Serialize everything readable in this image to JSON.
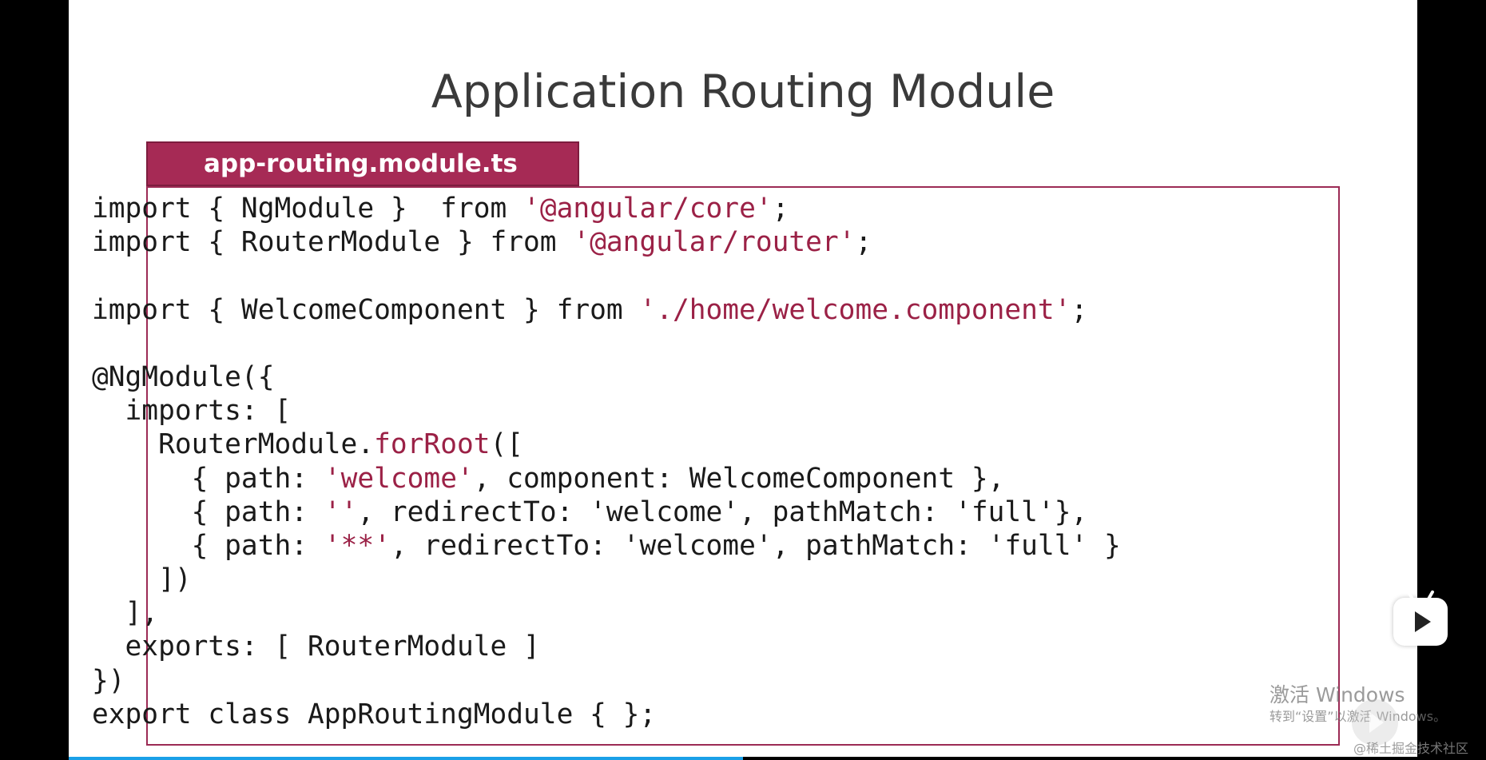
{
  "slide": {
    "title": "Application Routing Module",
    "file_tab": "app-routing.module.ts"
  },
  "code": {
    "lines": [
      [
        {
          "t": "import { NgModule }  from "
        },
        {
          "t": "'@angular/core'",
          "c": "str"
        },
        {
          "t": ";"
        }
      ],
      [
        {
          "t": "import { RouterModule } from "
        },
        {
          "t": "'@angular/router'",
          "c": "str"
        },
        {
          "t": ";"
        }
      ],
      [
        {
          "t": ""
        }
      ],
      [
        {
          "t": "import { WelcomeComponent } from "
        },
        {
          "t": "'./home/welcome.component'",
          "c": "str"
        },
        {
          "t": ";"
        }
      ],
      [
        {
          "t": ""
        }
      ],
      [
        {
          "t": "@NgModule({"
        }
      ],
      [
        {
          "t": "  imports: ["
        }
      ],
      [
        {
          "t": "    RouterModule."
        },
        {
          "t": "forRoot",
          "c": "fn"
        },
        {
          "t": "(["
        }
      ],
      [
        {
          "t": "      { path: "
        },
        {
          "t": "'welcome'",
          "c": "str"
        },
        {
          "t": ", component: WelcomeComponent },"
        }
      ],
      [
        {
          "t": "      { path: "
        },
        {
          "t": "''",
          "c": "str"
        },
        {
          "t": ", redirectTo: 'welcome', pathMatch: 'full'},"
        }
      ],
      [
        {
          "t": "      { path: "
        },
        {
          "t": "'**'",
          "c": "str"
        },
        {
          "t": ", redirectTo: 'welcome', pathMatch: 'full' }"
        }
      ],
      [
        {
          "t": "    ])"
        }
      ],
      [
        {
          "t": "  ],"
        }
      ],
      [
        {
          "t": "  exports: [ RouterModule ]"
        }
      ],
      [
        {
          "t": "})"
        }
      ],
      [
        {
          "t": "export class AppRoutingModule { };"
        }
      ]
    ]
  },
  "overlay": {
    "activate_title": "激活 Windows",
    "activate_sub": "转到“设置”以激活 Windows。",
    "community": "@稀土掘金技术社区",
    "play_badge_icon": "bilibili-play-icon"
  },
  "player": {
    "progress": 0.5
  },
  "colors": {
    "accent": "#a62a55",
    "string": "#9b2146",
    "progress": "#1aa0e8"
  }
}
